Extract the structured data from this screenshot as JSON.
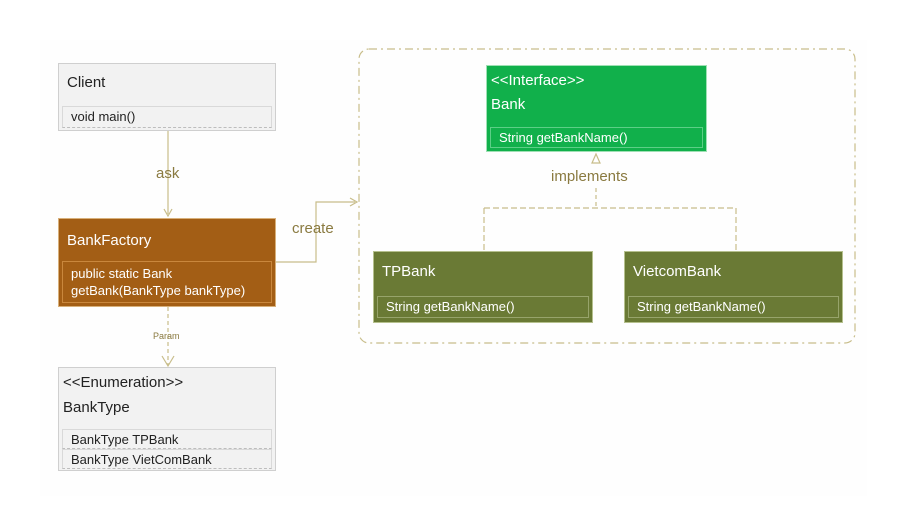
{
  "colors": {
    "client_fill": "#f2f2f2",
    "factory_fill": "#a35e15",
    "interface_fill": "#11b04b",
    "impl_fill": "#6a7a35",
    "connector": "#c8bd8a",
    "label": "#8a7a40"
  },
  "client": {
    "name": "Client",
    "methods": [
      "void main()"
    ]
  },
  "factory": {
    "name": "BankFactory",
    "method_line1": "public static Bank",
    "method_line2": "getBank(BankType bankType)"
  },
  "banktype": {
    "stereotype": "<<Enumeration>>",
    "name": "BankType",
    "values": [
      "BankType TPBank",
      "BankType VietComBank"
    ]
  },
  "bank": {
    "stereotype": "<<Interface>>",
    "name": "Bank",
    "methods": [
      "String getBankName()"
    ]
  },
  "tpbank": {
    "name": "TPBank",
    "methods": [
      "String getBankName()"
    ]
  },
  "vietcombank": {
    "name": "VietcomBank",
    "methods": [
      "String getBankName()"
    ]
  },
  "connectors": {
    "ask": "ask",
    "create": "create",
    "implements": "implements",
    "param": "Param"
  }
}
